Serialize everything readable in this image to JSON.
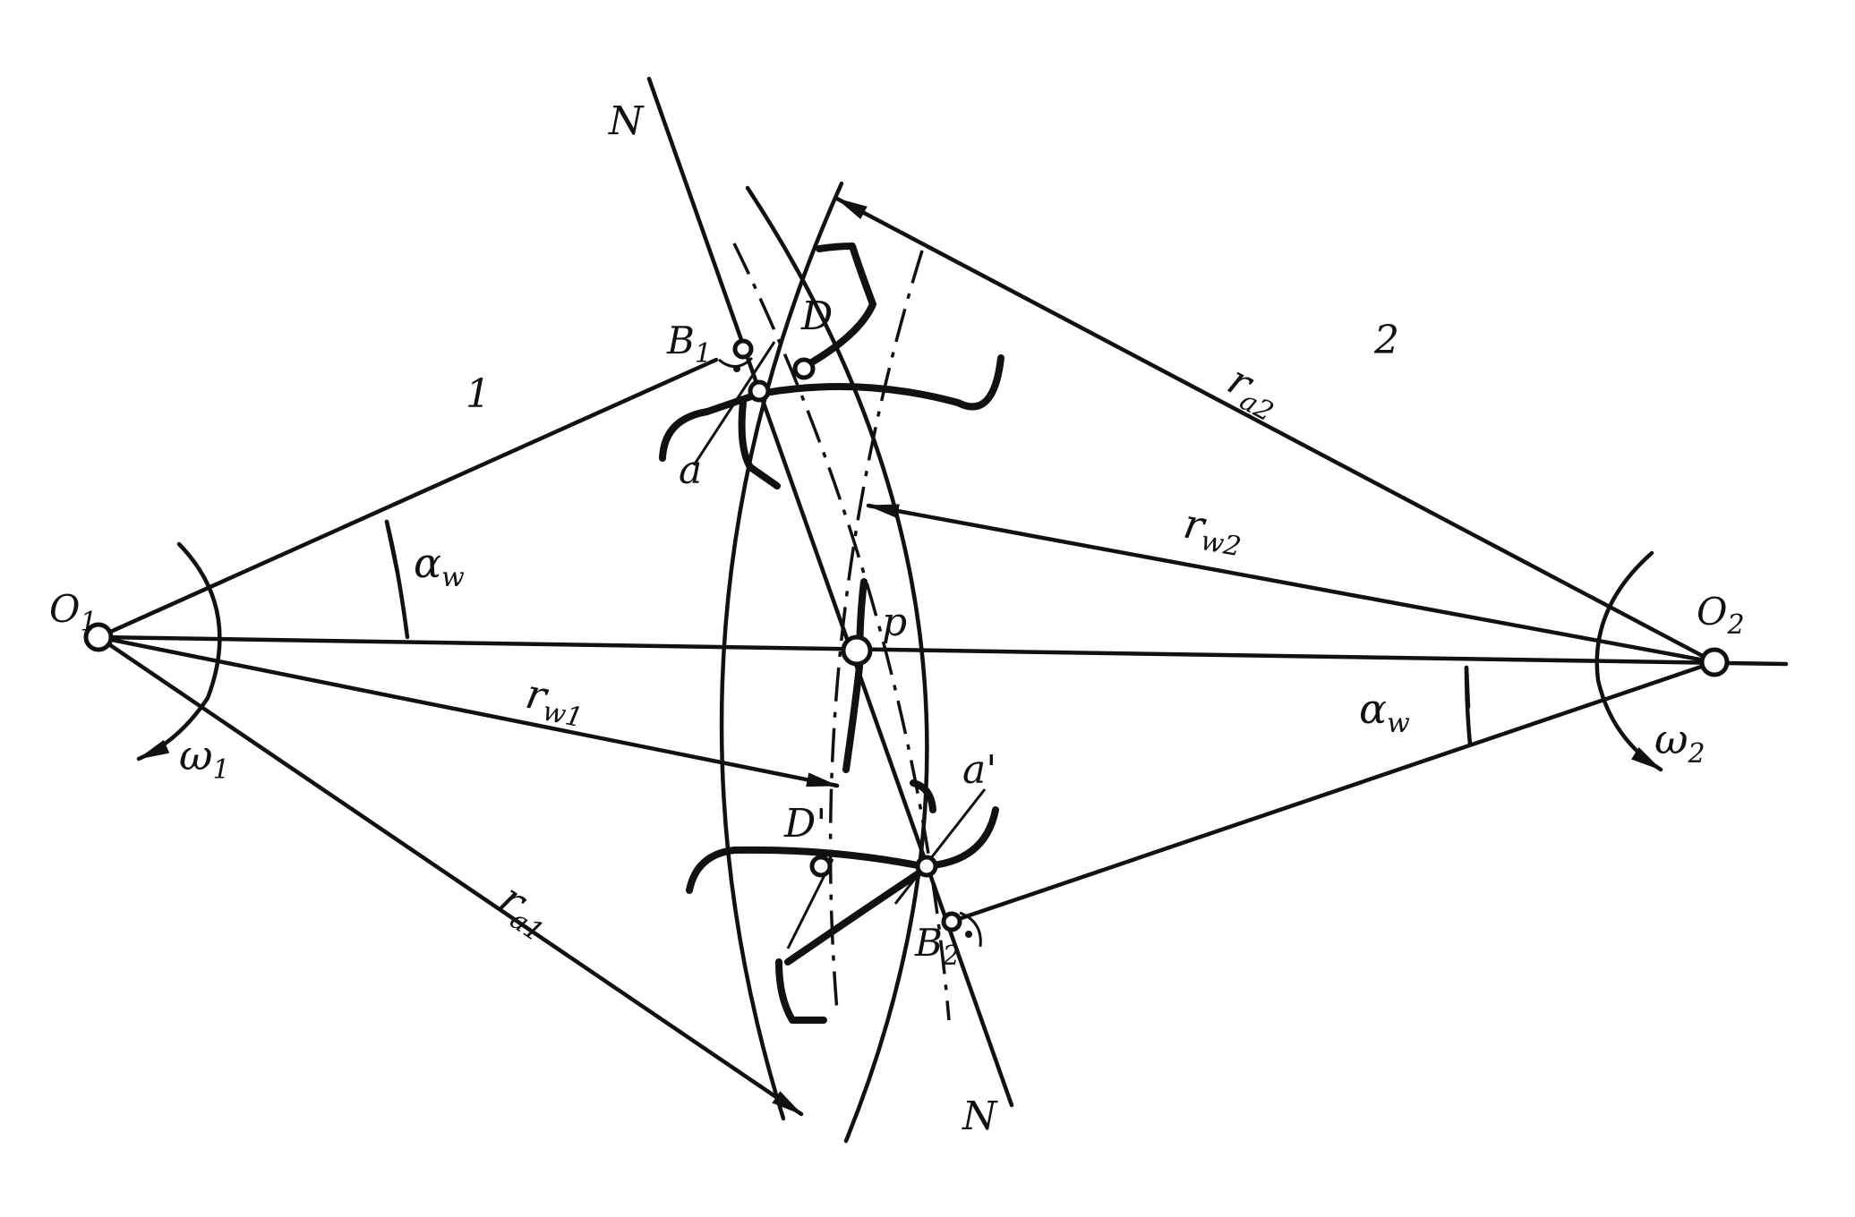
{
  "labels": {
    "O1": "O",
    "O1_sub": "1",
    "O2": "O",
    "O2_sub": "2",
    "p": "p",
    "N_top": "N",
    "N_bottom": "N",
    "B1": "B",
    "B1_sub": "1",
    "B2": "B",
    "B2_sub": "2",
    "D": "D",
    "D_prime": "D'",
    "a": "a",
    "a_prime": "a'",
    "gear1": "1",
    "gear2": "2",
    "alpha_w_left": "α",
    "alpha_w_left_sub": "w",
    "alpha_w_right": "α",
    "alpha_w_right_sub": "w",
    "omega1": "ω",
    "omega1_sub": "1",
    "omega2": "ω",
    "omega2_sub": "2",
    "rw1": "r",
    "rw1_sub": "w1",
    "rw2": "r",
    "rw2_sub": "w2",
    "ra1": "r",
    "ra1_sub": "a1",
    "ra2": "r",
    "ra2_sub": "a2"
  }
}
